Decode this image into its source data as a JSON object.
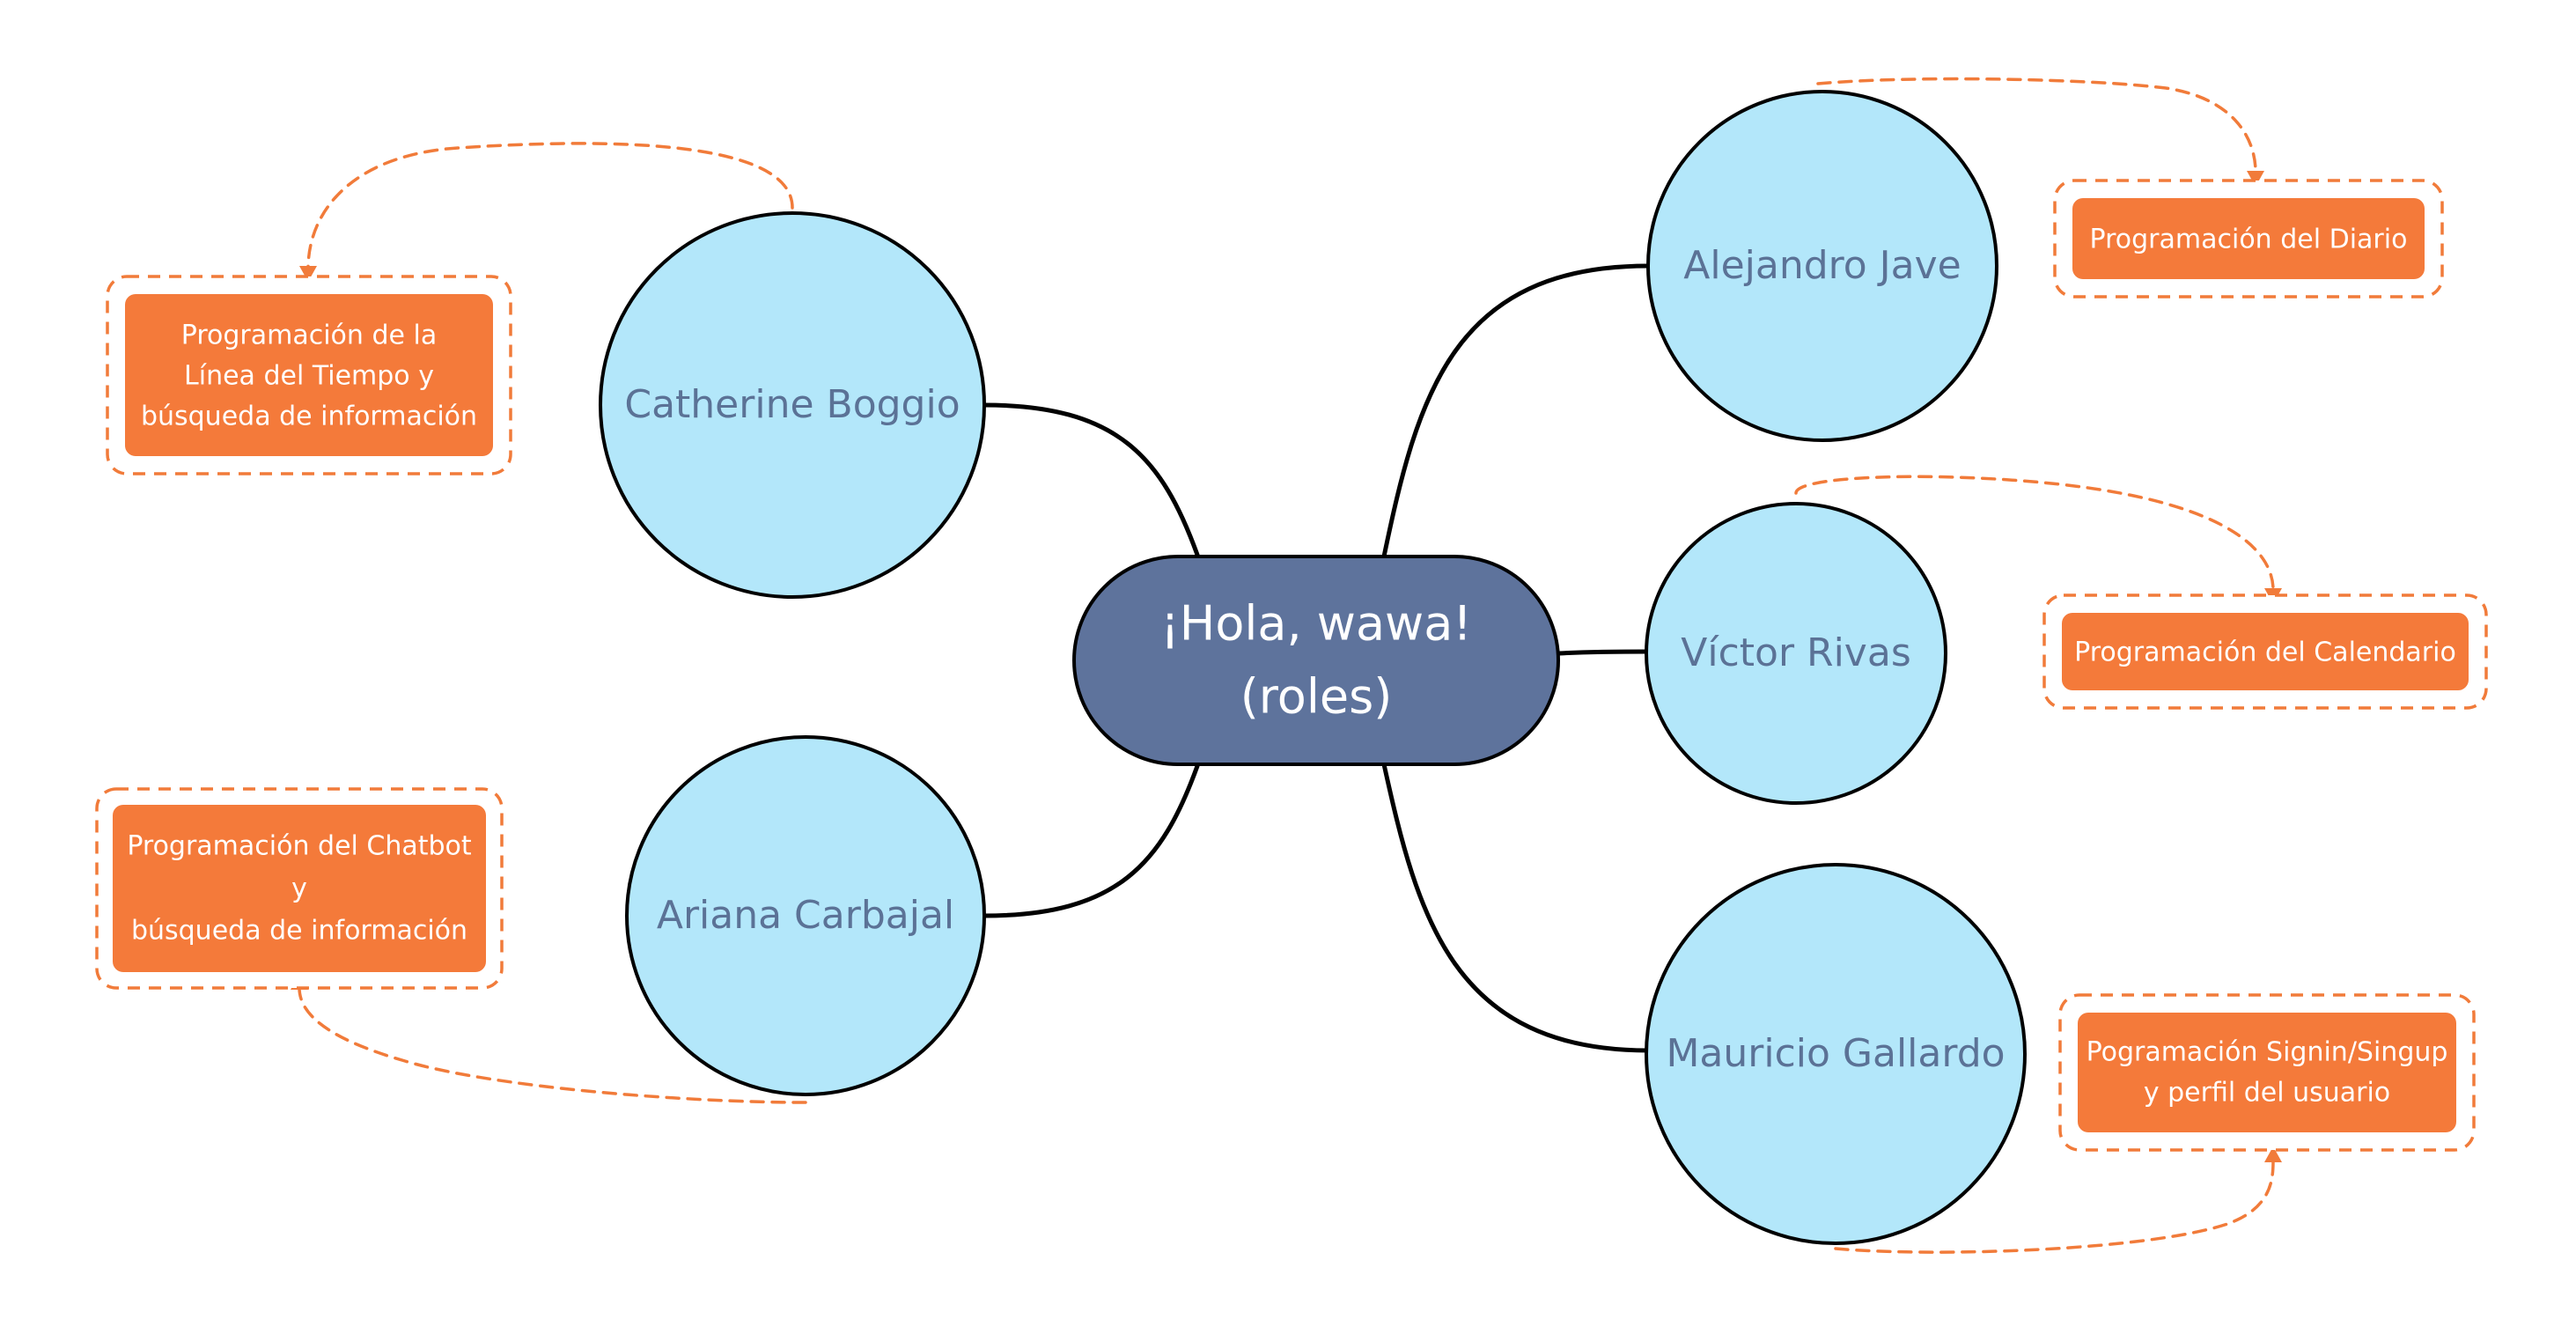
{
  "center": {
    "lines": [
      "¡Hola, wawa!",
      "(roles)"
    ]
  },
  "people": [
    {
      "id": "catherine",
      "name": "Catherine Boggio"
    },
    {
      "id": "ariana",
      "name": "Ariana Carbajal"
    },
    {
      "id": "alejandro",
      "name": "Alejandro Jave"
    },
    {
      "id": "victor",
      "name": "Víctor Rivas"
    },
    {
      "id": "mauricio",
      "name": "Mauricio Gallardo"
    }
  ],
  "tasks": [
    {
      "id": "task-catherine",
      "lines": [
        "Programación de la",
        "Línea del Tiempo y",
        "búsqueda de información"
      ]
    },
    {
      "id": "task-ariana",
      "lines": [
        "Programación del Chatbot",
        "y",
        "búsqueda de información"
      ]
    },
    {
      "id": "task-alejandro",
      "lines": [
        "Programación del Diario"
      ]
    },
    {
      "id": "task-victor",
      "lines": [
        "Programación del Calendario"
      ]
    },
    {
      "id": "task-mauricio",
      "lines": [
        "Pogramación Signin/Singup",
        "y perfil del usuario"
      ]
    }
  ],
  "colors": {
    "circle_fill": "#b3e7fa",
    "center_fill": "#5e739c",
    "task_fill": "#f47a3a",
    "dashed_stroke": "#f17b3a",
    "person_text": "#5b7296"
  }
}
